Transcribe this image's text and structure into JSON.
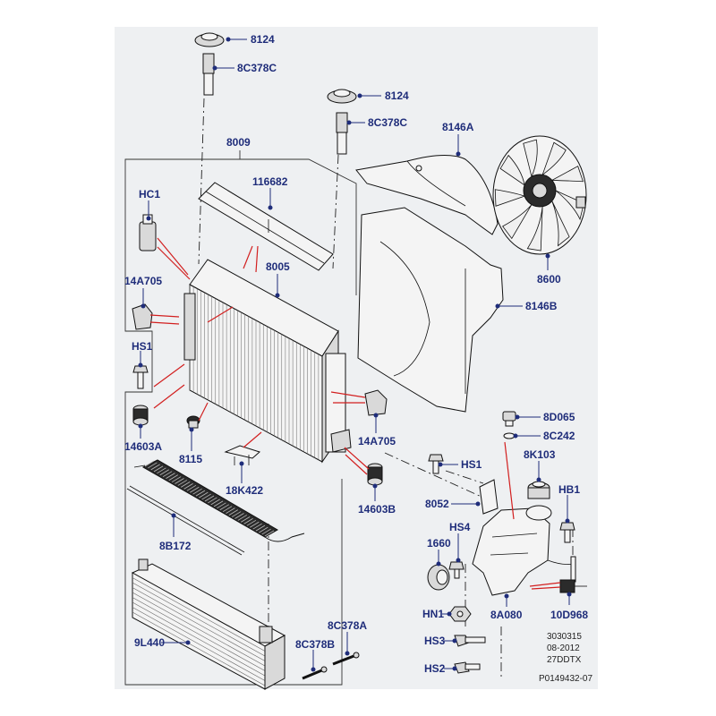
{
  "diagram": {
    "callouts": [
      {
        "id": "c-8124-a",
        "text": "8124"
      },
      {
        "id": "c-8c378c-a",
        "text": "8C378C"
      },
      {
        "id": "c-8124-b",
        "text": "8124"
      },
      {
        "id": "c-8c378c-b",
        "text": "8C378C"
      },
      {
        "id": "c-8009",
        "text": "8009"
      },
      {
        "id": "c-8146a",
        "text": "8146A"
      },
      {
        "id": "c-hc1",
        "text": "HC1"
      },
      {
        "id": "c-116682",
        "text": "116682"
      },
      {
        "id": "c-8005",
        "text": "8005"
      },
      {
        "id": "c-8600",
        "text": "8600"
      },
      {
        "id": "c-14a705-a",
        "text": "14A705"
      },
      {
        "id": "c-8146b",
        "text": "8146B"
      },
      {
        "id": "c-hs1-a",
        "text": "HS1"
      },
      {
        "id": "c-14603a",
        "text": "14603A"
      },
      {
        "id": "c-8115",
        "text": "8115"
      },
      {
        "id": "c-14a705-b",
        "text": "14A705"
      },
      {
        "id": "c-8d065",
        "text": "8D065"
      },
      {
        "id": "c-8c242",
        "text": "8C242"
      },
      {
        "id": "c-hs1-b",
        "text": "HS1"
      },
      {
        "id": "c-8k103",
        "text": "8K103"
      },
      {
        "id": "c-18k422",
        "text": "18K422"
      },
      {
        "id": "c-14603b",
        "text": "14603B"
      },
      {
        "id": "c-hb1",
        "text": "HB1"
      },
      {
        "id": "c-8052",
        "text": "8052"
      },
      {
        "id": "c-hs4",
        "text": "HS4"
      },
      {
        "id": "c-8b172",
        "text": "8B172"
      },
      {
        "id": "c-1660",
        "text": "1660"
      },
      {
        "id": "c-hn1",
        "text": "HN1"
      },
      {
        "id": "c-8a080",
        "text": "8A080"
      },
      {
        "id": "c-10d968",
        "text": "10D968"
      },
      {
        "id": "c-9l440",
        "text": "9L440"
      },
      {
        "id": "c-8c378a",
        "text": "8C378A"
      },
      {
        "id": "c-8c378b",
        "text": "8C378B"
      },
      {
        "id": "c-hs3",
        "text": "HS3"
      },
      {
        "id": "c-hs2",
        "text": "HS2"
      }
    ],
    "footer": {
      "line1": "3030315",
      "line2": "08-2012",
      "line3": "27DDTX",
      "line4": "P0149432-07"
    },
    "colors": {
      "callout": "#1f2d7a",
      "highlight_lines": "#d21f1f",
      "panel": "#eef0f2"
    }
  }
}
